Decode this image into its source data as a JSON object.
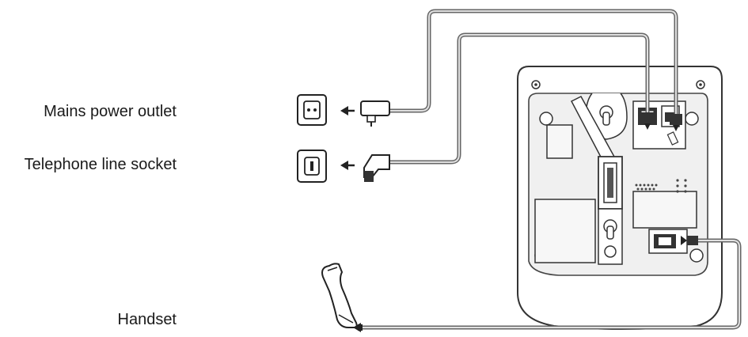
{
  "labels": {
    "mains_power_outlet": "Mains power outlet",
    "telephone_line_socket": "Telephone line socket",
    "handset": "Handset"
  },
  "colors": {
    "line": "#333333",
    "cable": "#666666",
    "cable_inner": "#d9d9d9",
    "panel": "#eeeeee",
    "base": "#ffffff"
  },
  "icons": {
    "power_socket": "power-socket-icon",
    "phone_socket": "phone-socket-icon",
    "power_plug": "power-plug-icon",
    "phone_plug": "phone-plug-icon",
    "handset": "handset-icon",
    "base_unit": "base-unit"
  }
}
